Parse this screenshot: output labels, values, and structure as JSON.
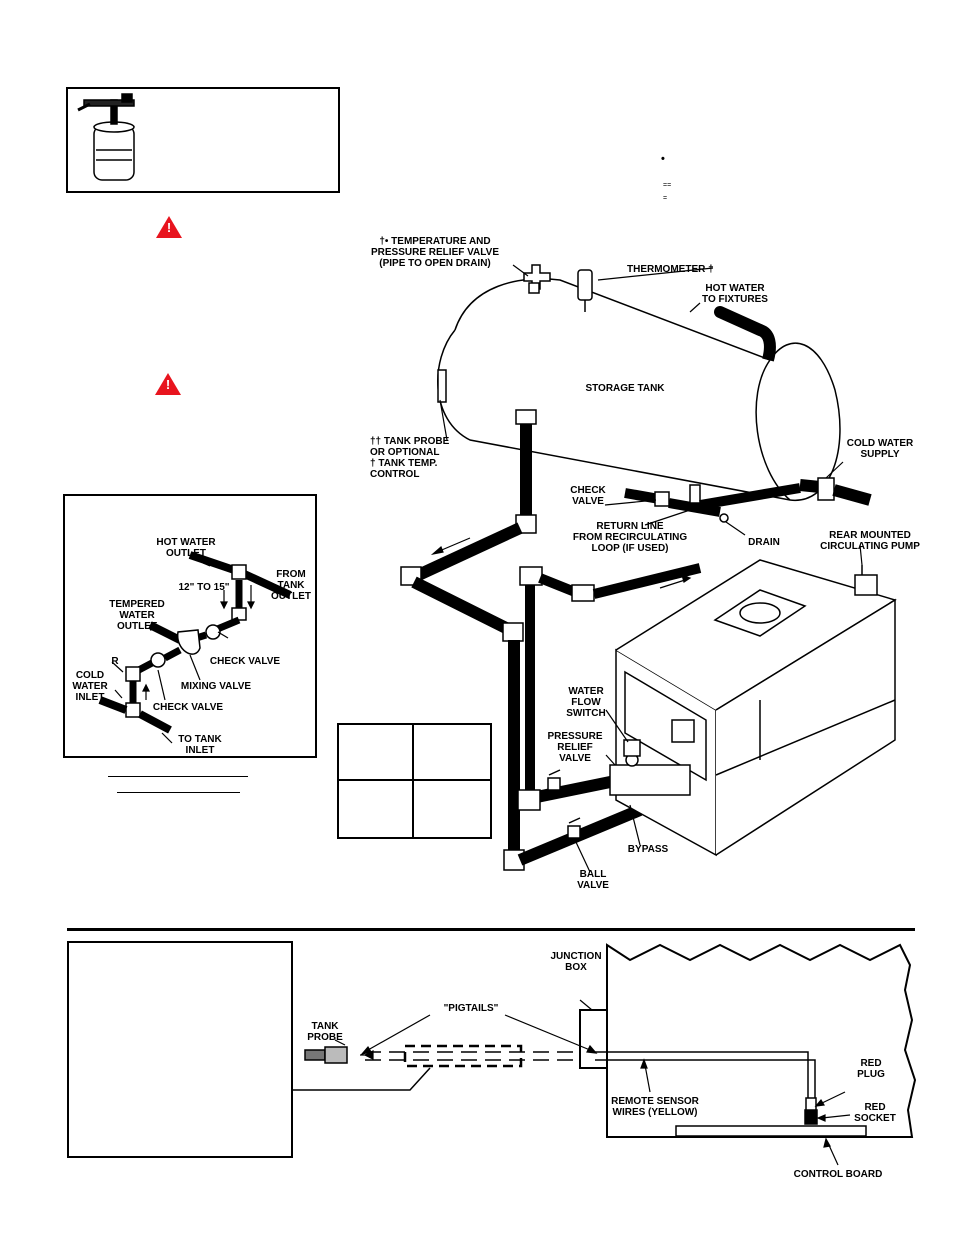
{
  "main_diagram": {
    "tp_relief_valve": "†• TEMPERATURE AND\nPRESSURE RELIEF VALVE\n(PIPE TO OPEN DRAIN)",
    "thermometer": "THERMOMETER †",
    "hot_water_fixtures": "HOT WATER\nTO FIXTURES",
    "storage_tank": "STORAGE TANK",
    "tank_probe_option": "†† TANK PROBE\nOR OPTIONAL\n† TANK TEMP.\nCONTROL",
    "cold_water_supply": "COLD WATER\nSUPPLY",
    "check_valve": "CHECK\nVALVE",
    "return_line": "RETURN LINE\nFROM RECIRCULATING\nLOOP (IF USED)",
    "drain": "DRAIN",
    "rear_pump": "REAR MOUNTED\nCIRCULATING PUMP",
    "water_flow_switch": "WATER\nFLOW\nSWITCH",
    "pressure_relief_valve": "PRESSURE\nRELIEF\nVALVE",
    "bypass": "BYPASS",
    "ball_valve": "BALL\nVALVE",
    "bullet": "•",
    "dbl_eq": "==",
    "single_eq": "="
  },
  "mixing_diagram": {
    "hot_water_outlet": "HOT WATER\nOUTLET",
    "from_tank_outlet": "FROM\nTANK\nOUTLET",
    "distance": "12\" TO 15\"",
    "tempered_outlet": "TEMPERED\nWATER\nOUTLET",
    "check_valve_top": "CHECK VALVE",
    "r_mark": "R",
    "cold_inlet": "COLD\nWATER\nINLET",
    "mixing_valve": "MIXING VALVE",
    "check_valve_bottom": "CHECK VALVE",
    "to_tank_inlet": "TO TANK\nINLET"
  },
  "wiring_diagram": {
    "junction_box": "JUNCTION\nBOX",
    "pigtails": "\"PIGTAILS\"",
    "tank_probe": "TANK\nPROBE",
    "red_plug": "RED\nPLUG",
    "red_socket": "RED\nSOCKET",
    "remote_sensor": "REMOTE SENSOR\nWIRES (YELLOW)",
    "control_board": "CONTROL BOARD"
  },
  "colors": {
    "warning": "#e8141e",
    "line": "#000000",
    "background": "#ffffff"
  },
  "icons": [
    "warning-triangle-icon",
    "mixing-valve-canister-icon"
  ]
}
